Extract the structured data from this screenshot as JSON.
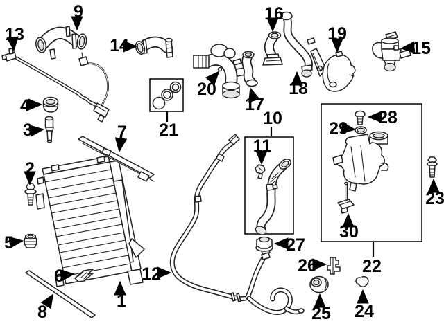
{
  "figure": {
    "type": "exploded-parts-diagram",
    "subject": "engine-cooling-radiator-hoses-and-reservoir",
    "background_color": "#ffffff",
    "line_color": "#1f1f1f",
    "label_color": "#000000",
    "callouts": {
      "1": "1",
      "2": "2",
      "3": "3",
      "4": "4",
      "5": "5",
      "6": "6",
      "7": "7",
      "8": "8",
      "9": "9",
      "10": "10",
      "11": "11",
      "12": "12",
      "13": "13",
      "14": "14",
      "15": "15",
      "16": "16",
      "17": "17",
      "18": "18",
      "19": "19",
      "20": "20",
      "21": "21",
      "22": "22",
      "23": "23",
      "24": "24",
      "25": "25",
      "26": "26",
      "27": "27",
      "28": "28",
      "29": "29",
      "30": "30"
    }
  }
}
